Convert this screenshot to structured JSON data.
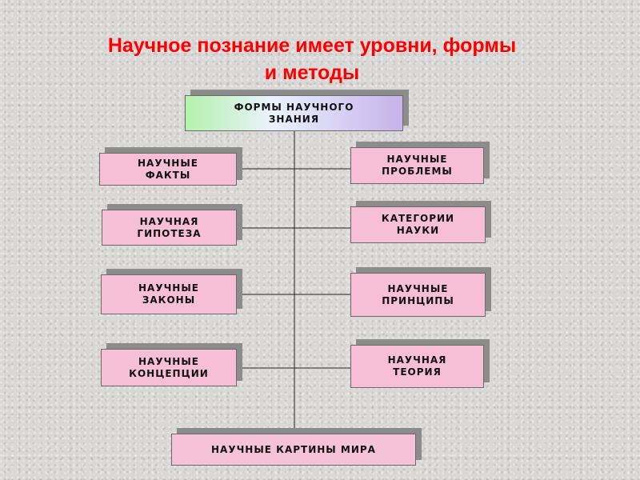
{
  "title": {
    "line1": "Научное познание имеет уровни, формы",
    "line2": "и методы"
  },
  "diagram": {
    "root": "ФОРМЫ НАУЧНОГО ЗНАНИЯ",
    "left": [
      "НАУЧНЫЕ ФАКТЫ",
      "НАУЧНАЯ ГИПОТЕЗА",
      "НАУЧНЫЕ ЗАКОНЫ",
      "НАУЧНЫЕ КОНЦЕПЦИИ"
    ],
    "right": [
      "НАУЧНЫЕ ПРОБЛЕМЫ",
      "КАТЕГОРИИ НАУКИ",
      "НАУЧНЫЕ ПРИНЦИПЫ",
      "НАУЧНАЯ ТЕОРИЯ"
    ],
    "bottom": "НАУЧНЫЕ КАРТИНЫ МИРА",
    "colors": {
      "box_fill": "#f7bfd5",
      "title_text": "#ff0000",
      "shadow": "#8c8c8c",
      "connector": "#222222"
    }
  }
}
